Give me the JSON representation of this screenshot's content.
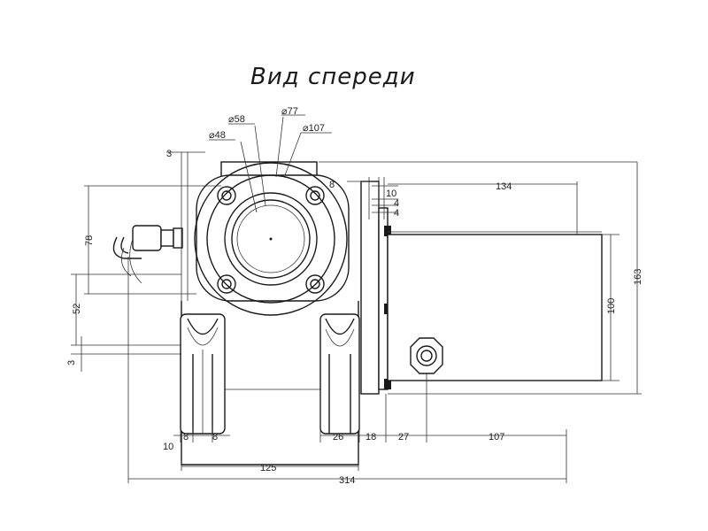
{
  "title": "Вид спереди",
  "dims": {
    "d58": "⌀58",
    "d77": "⌀77",
    "d48": "⌀48",
    "d107": "⌀107",
    "d3_top": "3",
    "d8": "8",
    "d10": "10",
    "d4a": "4",
    "d4b": "4",
    "d134": "134",
    "d78": "78",
    "d52": "52",
    "d3_bot": "3",
    "d100": "100",
    "d163": "163",
    "d10_bot": "10",
    "d8a": "8",
    "d8b": "8",
    "d26": "26",
    "d18": "18",
    "d27": "27",
    "d107_bot": "107",
    "d125": "125",
    "d314": "314"
  }
}
